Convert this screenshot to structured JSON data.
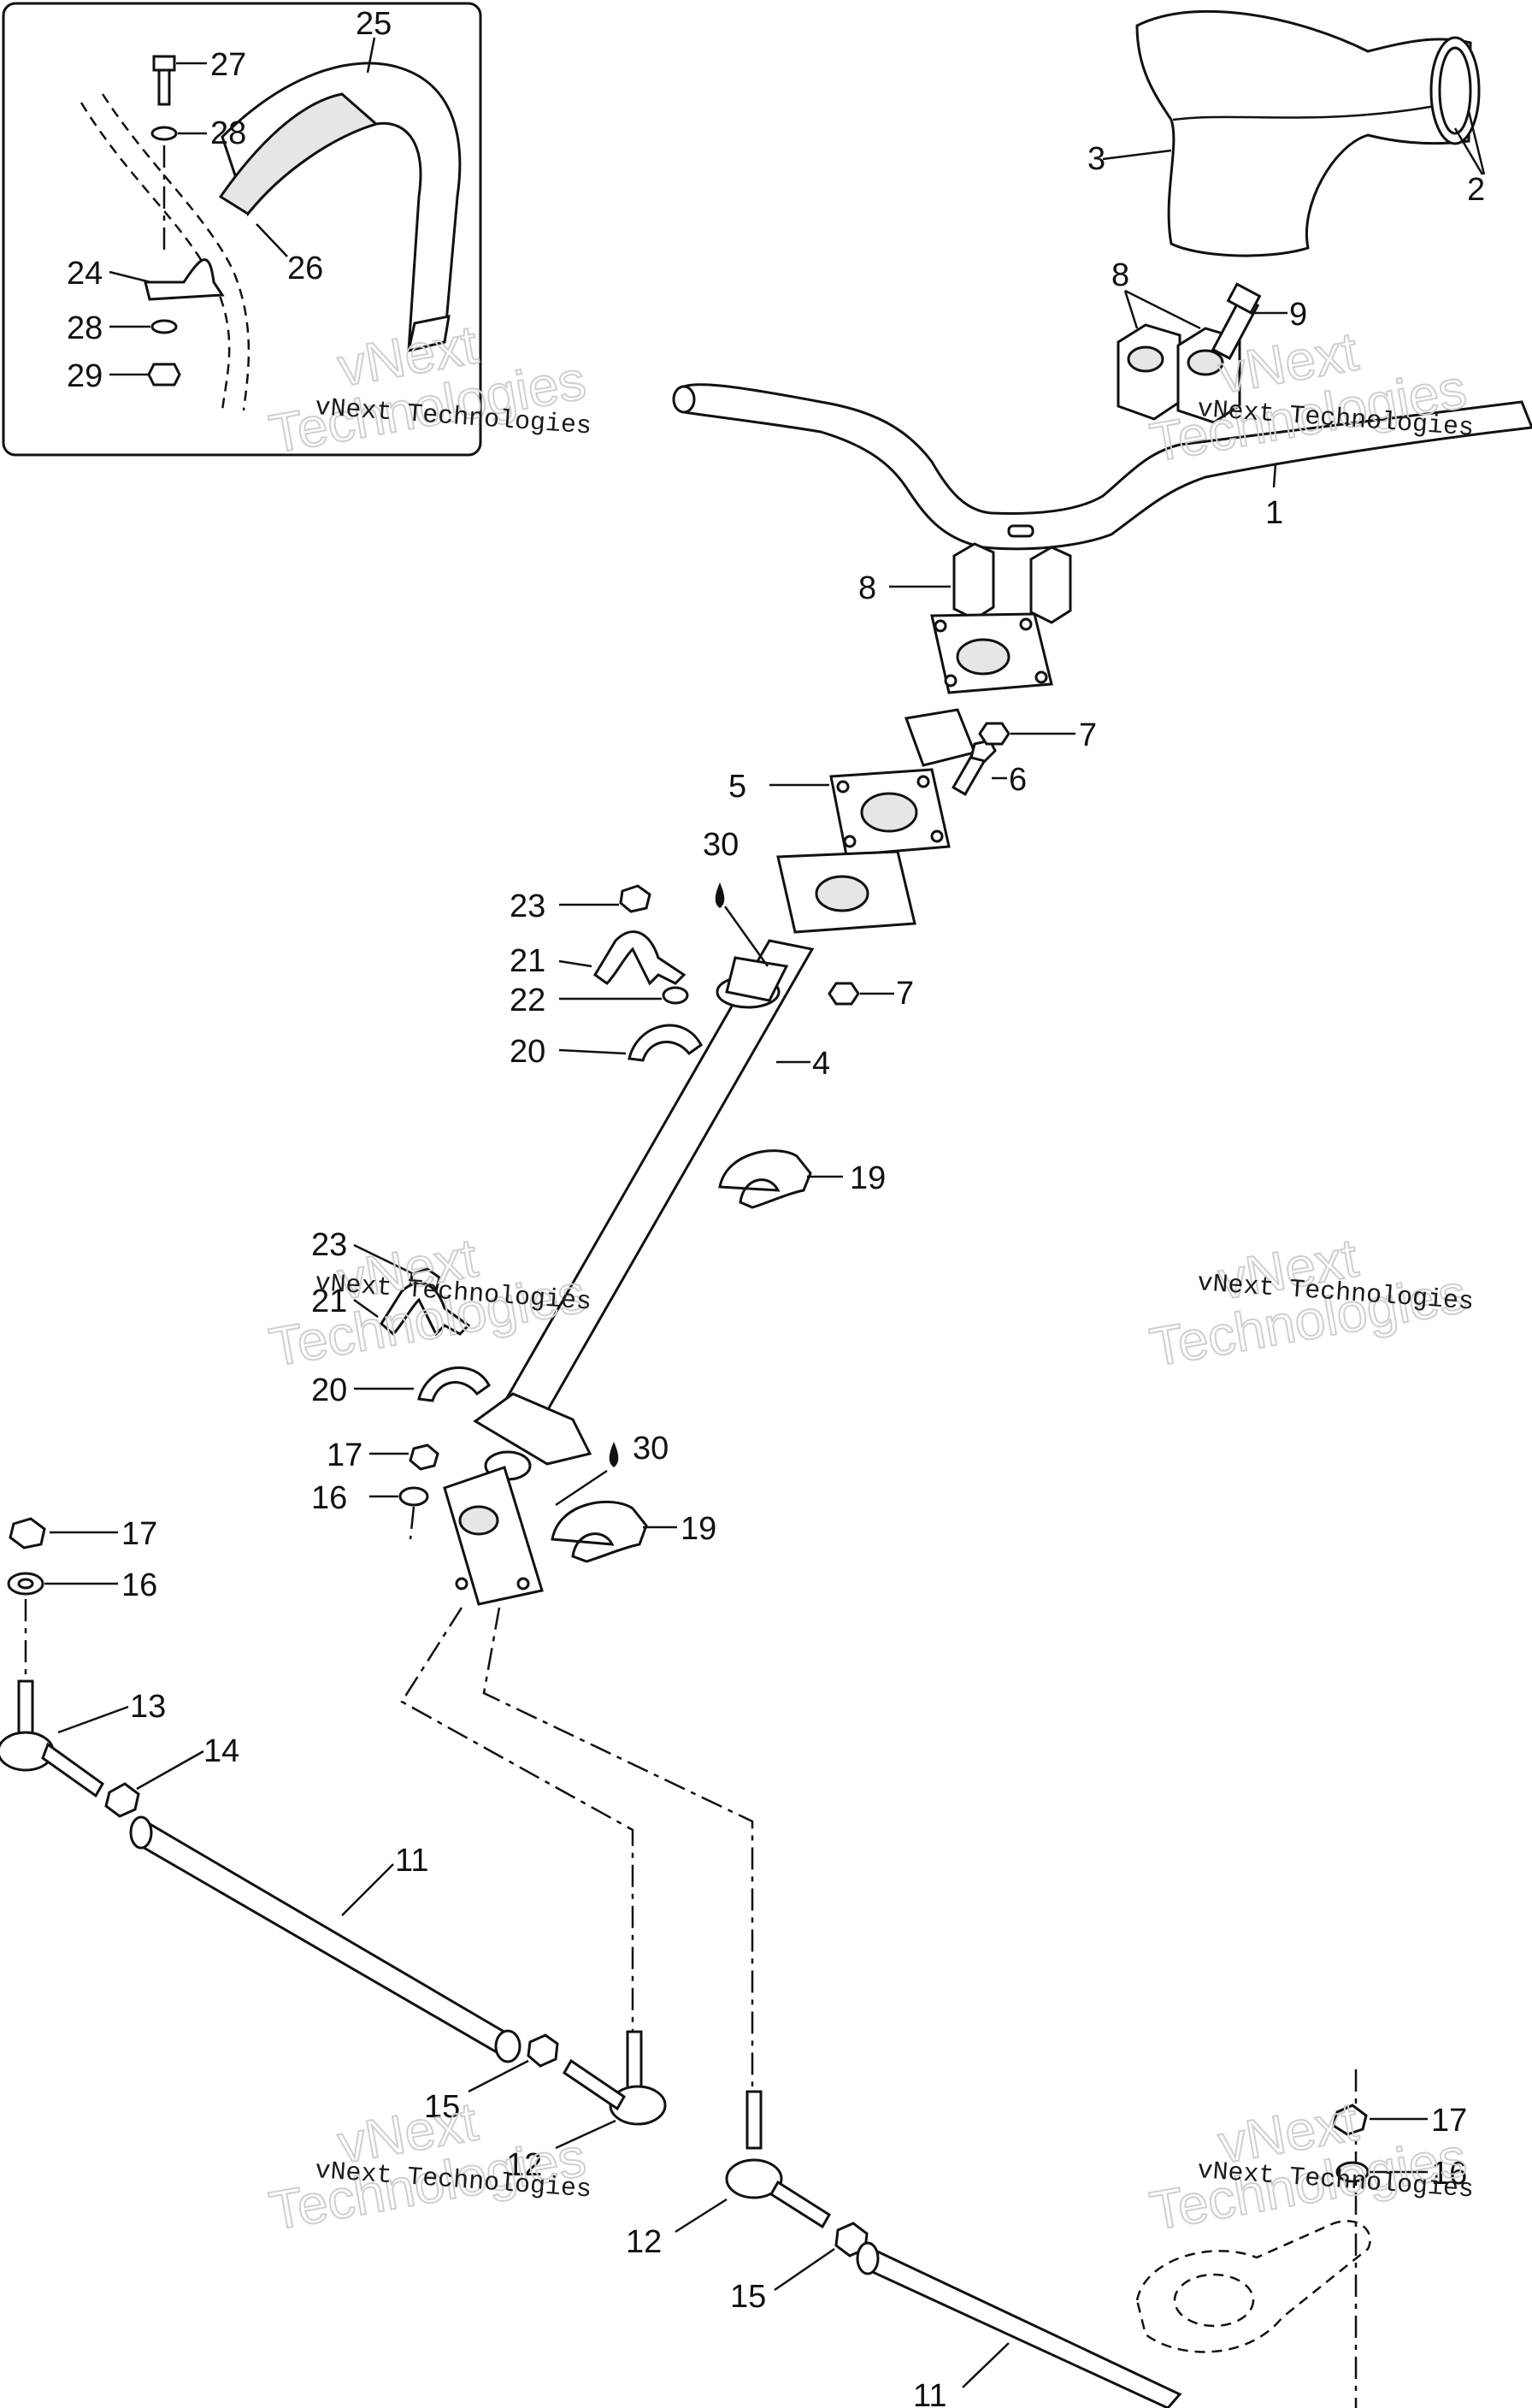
{
  "watermark": {
    "company": "vNext Technologies",
    "outline_line1": "vNext",
    "outline_line2": "Technologies"
  },
  "callouts": {
    "c1": "1",
    "c2": "2",
    "c3": "3",
    "c4": "4",
    "c5": "5",
    "c6": "6",
    "c7a": "7",
    "c7b": "7",
    "c8a": "8",
    "c8b": "8",
    "c9": "9",
    "c11a": "11",
    "c11b": "11",
    "c12a": "12",
    "c12b": "12",
    "c13": "13",
    "c14": "14",
    "c15a": "15",
    "c15b": "15",
    "c16a": "16",
    "c16b": "16",
    "c16c": "16",
    "c17a": "17",
    "c17b": "17",
    "c17c": "17",
    "c19a": "19",
    "c19b": "19",
    "c20a": "20",
    "c20b": "20",
    "c21a": "21",
    "c21b": "21",
    "c22": "22",
    "c23a": "23",
    "c23b": "23",
    "c24": "24",
    "c25": "25",
    "c26": "26",
    "c27": "27",
    "c28a": "28",
    "c28b": "28",
    "c29": "29",
    "c30a": "30",
    "c30b": "30"
  }
}
